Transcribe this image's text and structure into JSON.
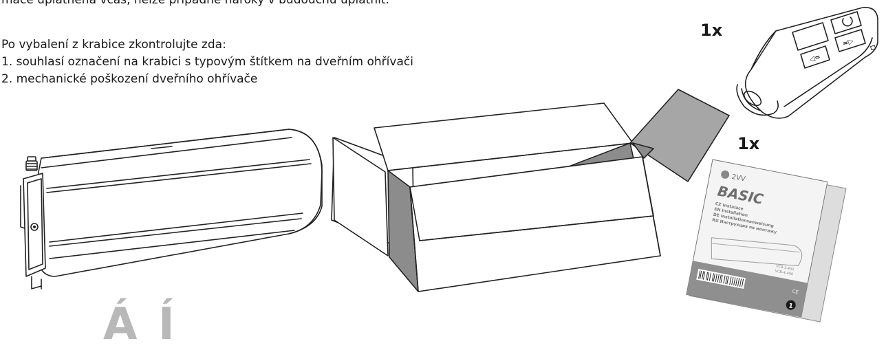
{
  "text": {
    "cut_line": "mace uplatněna včas, nelze případné nároky v budoucnu uplatnit.",
    "check_intro": "Po vybalení z krabice zkontrolujte zda:",
    "check_items": [
      "1. souhlasí označení na krabici s typovým štítkem na dveřním ohřívači",
      "2. mechanické poškození dveřního ohřívače"
    ],
    "bottom_heading_partial": "  Á        Í"
  },
  "quantities": {
    "remote": "1x",
    "manual": "1x"
  },
  "manual_cover": {
    "brand": "2VV",
    "title": "BASIC",
    "languages": [
      "CZ  Instalace",
      "EN  Installation",
      "DE  Installationsanweisung",
      "RU  Инструкция по монтажу"
    ],
    "models": [
      "VCB-3-400",
      "VCB-4-400"
    ],
    "ce_mark": "CE",
    "page_number": "1"
  }
}
